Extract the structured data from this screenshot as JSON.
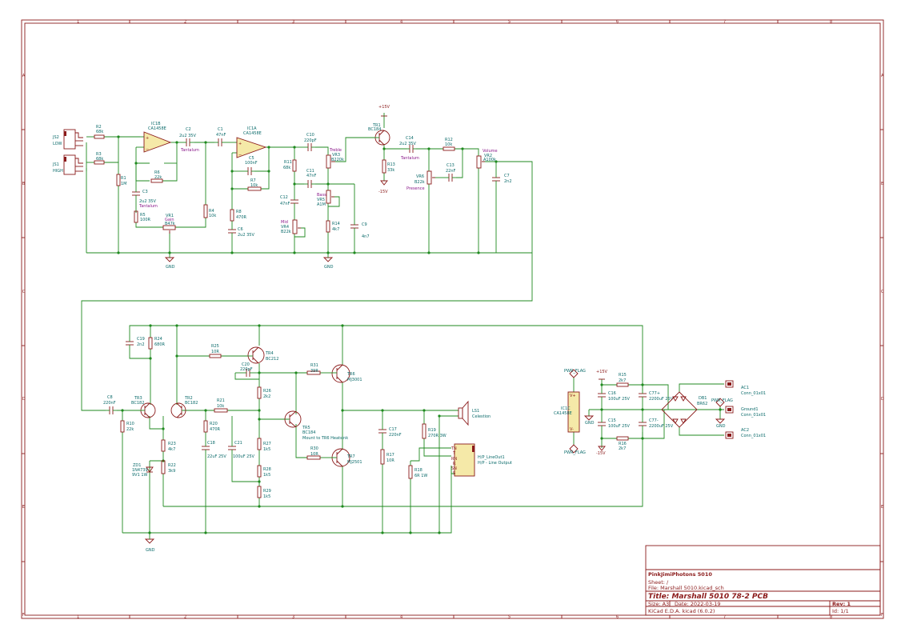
{
  "frame": {
    "cols": [
      "1",
      "2",
      "3",
      "4",
      "5",
      "6",
      "7",
      "8"
    ],
    "rows": [
      "A",
      "B",
      "C",
      "D",
      "E",
      "F"
    ]
  },
  "title_block": {
    "company": "PinkJimiPhotons 5010",
    "sheet": "Sheet: /",
    "file": "File: Marshall 5010.kicad_sch",
    "title": "Title: Marshall  5010   78-2 PCB",
    "size": "Size: A3",
    "date": "Date:  2022-03-19",
    "rev": "Rev: 1",
    "tool": "KiCad E.D.A.  kicad  (6.0.2)",
    "id": "Id: 1/1"
  },
  "labels": {
    "js2": "JS2",
    "js2_sub": "LOW",
    "js1": "JS1",
    "js1_sub": "HIGH",
    "r2": "R2",
    "r2v": "68k",
    "r3": "R3",
    "r3v": "68k",
    "r1": "R1",
    "r1v": "1M",
    "ic1b": "IC1B",
    "ic1b_v": "CA1458E",
    "r6": "R6",
    "r6v": "22k",
    "c3": "C3",
    "c3v": "2u2 35V",
    "c3t": "Tantalum",
    "r5": "R5",
    "r5v": "100R",
    "vr1": "VR1",
    "vr1t": "Gain",
    "vr1v": "B47k",
    "c2": "C2",
    "c2v": "2u2 35V",
    "c2t": "Tantalum",
    "r4": "R4",
    "r4v": "10k",
    "c1": "C1",
    "c1v": "47nF",
    "ic1a": "IC1A",
    "ic1a_v": "CA1458E",
    "c5": "C5",
    "c5v": "100nF",
    "r7": "R7",
    "r7v": "10k",
    "r8": "R8",
    "r8v": "470R",
    "c6": "C6",
    "c6v": "2u2 35V",
    "gnd": "GND",
    "c10": "C10",
    "c10v": "220pF",
    "r11": "R11",
    "r11v": "68k",
    "c11": "C11",
    "c11v": "47nF",
    "treble": "Treble",
    "vr3": "VR3",
    "vr3v": "B220k",
    "c12": "C12",
    "c12v": "47nF",
    "bass": "Bass",
    "vr5": "VR5",
    "vr5v": "A1M",
    "mid": "Mid",
    "vr4": "VR4",
    "vr4v": "B22k",
    "r14": "R14",
    "r14v": "4k7",
    "c9": "C9",
    "c9v": "4n7",
    "p15": "+15V",
    "m15": "-15V",
    "tr1": "TR1",
    "tr1v": "BC184",
    "r13": "R13",
    "r13v": "33k",
    "c14": "C14",
    "c14v": "2u2 35V",
    "c14t": "Tantalum",
    "r12": "R12",
    "r12v": "10k",
    "vr6": "VR6",
    "vr6v": "B22k",
    "presence": "Presence",
    "c13": "C13",
    "c13v": "22nF",
    "volume": "Volume",
    "vr2": "VR2",
    "vr2v": "A100k",
    "c7": "C7",
    "c7v": "2n2",
    "c19": "C19",
    "c19v": "2n2",
    "r24": "R24",
    "r24v": "680R",
    "r25": "R25",
    "r25v": "10R",
    "tr4": "TR4",
    "tr4v": "BC212",
    "c20": "C20",
    "c20v": "220pF",
    "r31": "R31",
    "r31v": "39R",
    "tr6": "TR6",
    "tr6v": "MJ3001",
    "r26": "R26",
    "r26v": "2k2",
    "c8": "C8",
    "c8v": "220nF",
    "tr3": "TR3",
    "tr3v": "BC182",
    "tr2": "TR2",
    "tr2v": "BC182",
    "r21": "R21",
    "r21v": "10k",
    "r20": "R20",
    "r20v": "470R",
    "tr5": "TR5",
    "tr5v": "BC184",
    "tr5n": "Mount to TR6 Heatsink",
    "r10": "R10",
    "r10v": "22k",
    "r23": "R23",
    "r23v": "4k7",
    "c18": "C18",
    "c18v": "22uF 25V",
    "c21": "C21",
    "c21v": "100uF 25V",
    "r27": "R27",
    "r27v": "1k5",
    "r30": "R30",
    "r30v": "10R",
    "tr7": "TR7",
    "tr7v": "MJ2501",
    "zd1": "ZD1",
    "zd1v": "1N4739",
    "zd1s": "9V1 1W",
    "r22": "R22",
    "r22v": "3k9",
    "r28": "R28",
    "r28v": "1k5",
    "r29": "R29",
    "r29v": "1k5",
    "c17": "C17",
    "c17v": "220nF",
    "r17": "R17",
    "r17v": "10R",
    "r19": "R19",
    "r19v": "270R 3W",
    "r18": "R18",
    "r18v": "6R 1W",
    "ls1": "LS1",
    "ls1v": "Celestion",
    "hp": "H/P_LineOut1",
    "hpv": "H/P - Line Output",
    "pwr_flag": "PWR_FLAG",
    "ic1c": "IC1C",
    "ic1c_v": "CA1458E",
    "v_plus": "V+",
    "v_minus": "V-",
    "c16": "C16",
    "c16v": "100uF 25V",
    "c15": "C15",
    "c15v": "100uF 25V",
    "r15": "R15",
    "r15v": "2k7",
    "r16": "R16",
    "r16v": "2k7",
    "c77p": "C77+",
    "c77pv": "2200uF 25V",
    "c77m": "C77-",
    "c77mv": "2200uF 25V",
    "db1": "DB1",
    "db1v": "BR62",
    "ac1": "AC1",
    "ac1v": "Conn_01x01",
    "gnd1": "Ground1",
    "gnd1v": "Conn_01x01",
    "ac2": "AC2",
    "ac2v": "Conn_01x01"
  },
  "colors": {
    "frame": "#8b1a1a",
    "wire": "#1f8a1f",
    "ref": "#0b6b6b",
    "pot": "#8b1a8b"
  }
}
